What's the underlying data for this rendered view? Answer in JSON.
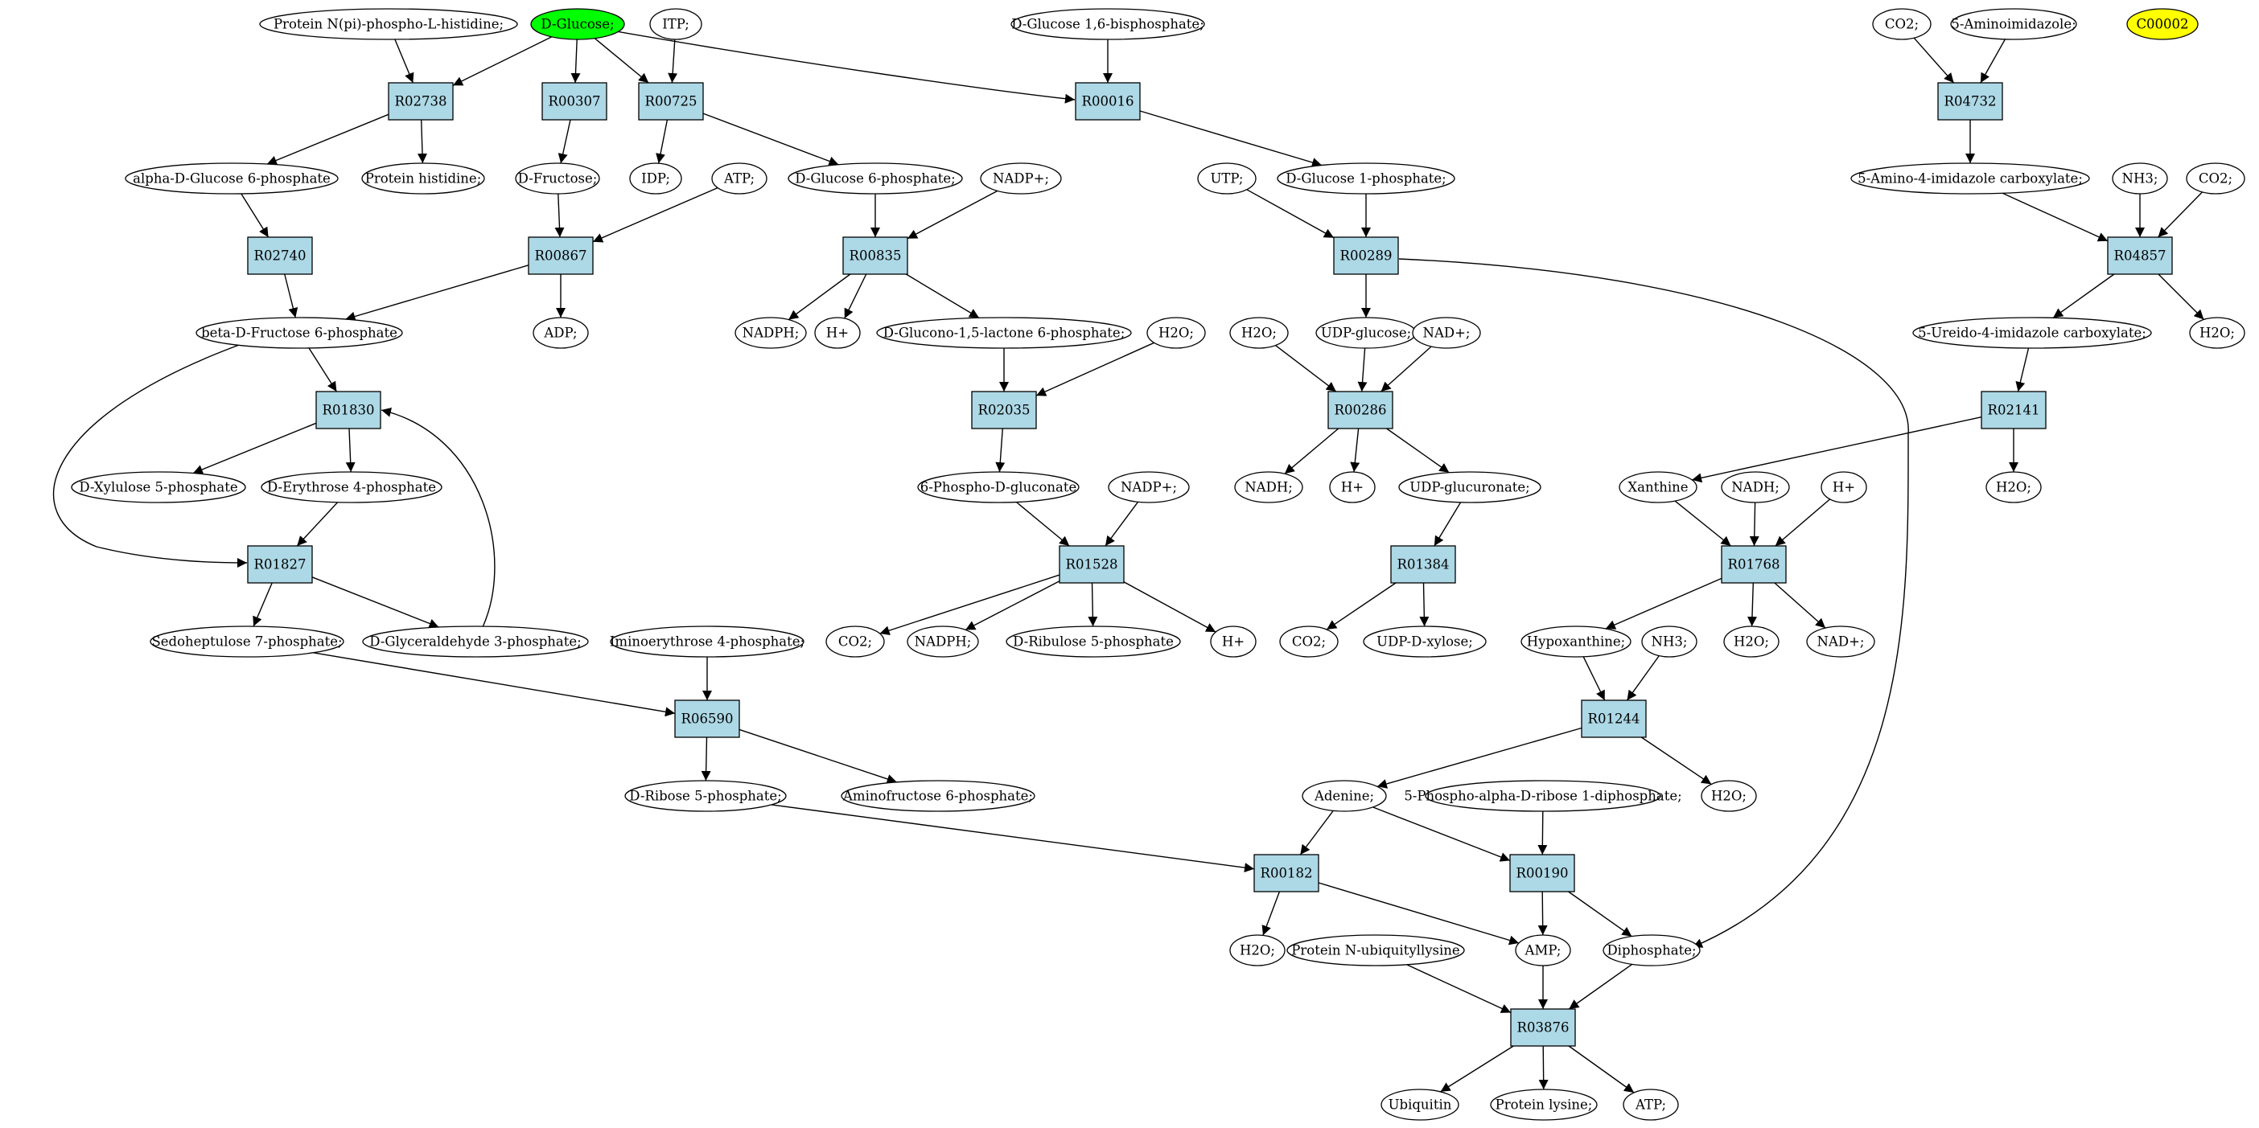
{
  "colors": {
    "reaction_fill": "#add8e6",
    "metabolite_fill": "#ffffff",
    "query_fill": "#00ff00",
    "highlight_fill": "#ffff00",
    "stroke": "#000000"
  },
  "diagram": {
    "nodes": [
      {
        "id": "n_pnphis",
        "label": "Protein N(pi)-phospho-L-histidine;",
        "kind": "metabolite"
      },
      {
        "id": "n_dglc",
        "label": "D-Glucose;",
        "kind": "query"
      },
      {
        "id": "n_itp",
        "label": "ITP;",
        "kind": "metabolite"
      },
      {
        "id": "n_dg16bp",
        "label": "D-Glucose 1,6-bisphosphate;",
        "kind": "metabolite"
      },
      {
        "id": "n_co2a",
        "label": "CO2;",
        "kind": "metabolite"
      },
      {
        "id": "n_aminoimid",
        "label": "5-Aminoimidazole;",
        "kind": "metabolite"
      },
      {
        "id": "n_c00002",
        "label": "C00002",
        "kind": "highlight"
      },
      {
        "id": "r_R02738",
        "label": "R02738",
        "kind": "reaction"
      },
      {
        "id": "r_R00307",
        "label": "R00307",
        "kind": "reaction"
      },
      {
        "id": "r_R00725",
        "label": "R00725",
        "kind": "reaction"
      },
      {
        "id": "r_R00016",
        "label": "R00016",
        "kind": "reaction"
      },
      {
        "id": "r_R04732",
        "label": "R04732",
        "kind": "reaction"
      },
      {
        "id": "n_ag6p",
        "label": "alpha-D-Glucose 6-phosphate",
        "kind": "metabolite"
      },
      {
        "id": "n_prothis",
        "label": "Protein histidine;",
        "kind": "metabolite"
      },
      {
        "id": "n_dfru",
        "label": "D-Fructose;",
        "kind": "metabolite"
      },
      {
        "id": "n_idp",
        "label": "IDP;",
        "kind": "metabolite"
      },
      {
        "id": "n_atp1",
        "label": "ATP;",
        "kind": "metabolite"
      },
      {
        "id": "n_dg6p",
        "label": "D-Glucose 6-phosphate;",
        "kind": "metabolite"
      },
      {
        "id": "n_nadp1",
        "label": "NADP+;",
        "kind": "metabolite"
      },
      {
        "id": "n_utp",
        "label": "UTP;",
        "kind": "metabolite"
      },
      {
        "id": "n_dg1p",
        "label": "D-Glucose 1-phosphate;",
        "kind": "metabolite"
      },
      {
        "id": "n_aicarb",
        "label": "5-Amino-4-imidazole carboxylate;",
        "kind": "metabolite"
      },
      {
        "id": "n_nh3a",
        "label": "NH3;",
        "kind": "metabolite"
      },
      {
        "id": "n_co2b",
        "label": "CO2;",
        "kind": "metabolite"
      },
      {
        "id": "r_R02740",
        "label": "R02740",
        "kind": "reaction"
      },
      {
        "id": "r_R00867",
        "label": "R00867",
        "kind": "reaction"
      },
      {
        "id": "r_R00835",
        "label": "R00835",
        "kind": "reaction"
      },
      {
        "id": "r_R00289",
        "label": "R00289",
        "kind": "reaction"
      },
      {
        "id": "r_R04857",
        "label": "R04857",
        "kind": "reaction"
      },
      {
        "id": "n_bf6p",
        "label": "beta-D-Fructose 6-phosphate",
        "kind": "metabolite"
      },
      {
        "id": "n_adp",
        "label": "ADP;",
        "kind": "metabolite"
      },
      {
        "id": "n_nadph1",
        "label": "NADPH;",
        "kind": "metabolite"
      },
      {
        "id": "n_h1",
        "label": "H+",
        "kind": "metabolite"
      },
      {
        "id": "n_dgl15l",
        "label": "D-Glucono-1,5-lactone 6-phosphate;",
        "kind": "metabolite"
      },
      {
        "id": "n_h2o1",
        "label": "H2O;",
        "kind": "metabolite"
      },
      {
        "id": "n_h2o2",
        "label": "H2O;",
        "kind": "metabolite"
      },
      {
        "id": "n_udpglc",
        "label": "UDP-glucose;",
        "kind": "metabolite"
      },
      {
        "id": "n_nad1",
        "label": "NAD+;",
        "kind": "metabolite"
      },
      {
        "id": "n_ureido",
        "label": "5-Ureido-4-imidazole carboxylate;",
        "kind": "metabolite"
      },
      {
        "id": "n_h2o3",
        "label": "H2O;",
        "kind": "metabolite"
      },
      {
        "id": "r_R01830",
        "label": "R01830",
        "kind": "reaction"
      },
      {
        "id": "r_R02035",
        "label": "R02035",
        "kind": "reaction"
      },
      {
        "id": "r_R00286",
        "label": "R00286",
        "kind": "reaction"
      },
      {
        "id": "r_R02141",
        "label": "R02141",
        "kind": "reaction"
      },
      {
        "id": "n_dxyl5p",
        "label": "D-Xylulose 5-phosphate",
        "kind": "metabolite"
      },
      {
        "id": "n_de4p",
        "label": "D-Erythrose 4-phosphate",
        "kind": "metabolite"
      },
      {
        "id": "n_6pg",
        "label": "6-Phospho-D-gluconate",
        "kind": "metabolite"
      },
      {
        "id": "n_nadp2",
        "label": "NADP+;",
        "kind": "metabolite"
      },
      {
        "id": "n_nadh1",
        "label": "NADH;",
        "kind": "metabolite"
      },
      {
        "id": "n_h2",
        "label": "H+",
        "kind": "metabolite"
      },
      {
        "id": "n_udpgluc",
        "label": "UDP-glucuronate;",
        "kind": "metabolite"
      },
      {
        "id": "n_xanthine",
        "label": "Xanthine",
        "kind": "metabolite"
      },
      {
        "id": "n_nadh2",
        "label": "NADH;",
        "kind": "metabolite"
      },
      {
        "id": "n_h3",
        "label": "H+",
        "kind": "metabolite"
      },
      {
        "id": "n_h2o4",
        "label": "H2O;",
        "kind": "metabolite"
      },
      {
        "id": "r_R01827",
        "label": "R01827",
        "kind": "reaction"
      },
      {
        "id": "r_R01528",
        "label": "R01528",
        "kind": "reaction"
      },
      {
        "id": "r_R01384",
        "label": "R01384",
        "kind": "reaction"
      },
      {
        "id": "r_R01768",
        "label": "R01768",
        "kind": "reaction"
      },
      {
        "id": "n_s7p",
        "label": "Sedoheptulose 7-phosphate;",
        "kind": "metabolite"
      },
      {
        "id": "n_g3p",
        "label": "D-Glyceraldehyde 3-phosphate;",
        "kind": "metabolite"
      },
      {
        "id": "n_ie4p",
        "label": "Iminoerythrose 4-phosphate;",
        "kind": "metabolite"
      },
      {
        "id": "n_co2c",
        "label": "CO2;",
        "kind": "metabolite"
      },
      {
        "id": "n_nadph2",
        "label": "NADPH;",
        "kind": "metabolite"
      },
      {
        "id": "n_dru5p",
        "label": "D-Ribulose 5-phosphate",
        "kind": "metabolite"
      },
      {
        "id": "n_h4",
        "label": "H+",
        "kind": "metabolite"
      },
      {
        "id": "n_co2d",
        "label": "CO2;",
        "kind": "metabolite"
      },
      {
        "id": "n_udpxyl",
        "label": "UDP-D-xylose;",
        "kind": "metabolite"
      },
      {
        "id": "n_hypox",
        "label": "Hypoxanthine;",
        "kind": "metabolite"
      },
      {
        "id": "n_nh3b",
        "label": "NH3;",
        "kind": "metabolite"
      },
      {
        "id": "n_h2o5",
        "label": "H2O;",
        "kind": "metabolite"
      },
      {
        "id": "n_nad2",
        "label": "NAD+;",
        "kind": "metabolite"
      },
      {
        "id": "r_R06590",
        "label": "R06590",
        "kind": "reaction"
      },
      {
        "id": "r_R01244",
        "label": "R01244",
        "kind": "reaction"
      },
      {
        "id": "n_dr5p",
        "label": "D-Ribose 5-phosphate;",
        "kind": "metabolite"
      },
      {
        "id": "n_af6p",
        "label": "Aminofructose 6-phosphate;",
        "kind": "metabolite"
      },
      {
        "id": "n_adenine",
        "label": "Adenine;",
        "kind": "metabolite"
      },
      {
        "id": "n_prpp",
        "label": "5-Phospho-alpha-D-ribose 1-diphosphate;",
        "kind": "metabolite"
      },
      {
        "id": "n_h2o6",
        "label": "H2O;",
        "kind": "metabolite"
      },
      {
        "id": "r_R00182",
        "label": "R00182",
        "kind": "reaction"
      },
      {
        "id": "r_R00190",
        "label": "R00190",
        "kind": "reaction"
      },
      {
        "id": "n_h2o7",
        "label": "H2O;",
        "kind": "metabolite"
      },
      {
        "id": "n_pnubi",
        "label": "Protein N-ubiquityllysine",
        "kind": "metabolite"
      },
      {
        "id": "n_amp",
        "label": "AMP;",
        "kind": "metabolite"
      },
      {
        "id": "n_ppi",
        "label": "Diphosphate;",
        "kind": "metabolite"
      },
      {
        "id": "r_R03876",
        "label": "R03876",
        "kind": "reaction"
      },
      {
        "id": "n_ubq",
        "label": "Ubiquitin",
        "kind": "metabolite"
      },
      {
        "id": "n_protlys",
        "label": "Protein lysine;",
        "kind": "metabolite"
      },
      {
        "id": "n_atp2",
        "label": "ATP;",
        "kind": "metabolite"
      }
    ],
    "edges": [
      [
        "n_pnphis",
        "r_R02738"
      ],
      [
        "n_dglc",
        "r_R02738"
      ],
      [
        "r_R02738",
        "n_ag6p"
      ],
      [
        "r_R02738",
        "n_prothis"
      ],
      [
        "n_dglc",
        "r_R00307"
      ],
      [
        "r_R00307",
        "n_dfru"
      ],
      [
        "n_dglc",
        "r_R00725"
      ],
      [
        "n_itp",
        "r_R00725"
      ],
      [
        "r_R00725",
        "n_idp"
      ],
      [
        "r_R00725",
        "n_dg6p"
      ],
      [
        "n_dglc",
        "r_R00016"
      ],
      [
        "n_dg16bp",
        "r_R00016"
      ],
      [
        "r_R00016",
        "n_dg1p"
      ],
      [
        "n_co2a",
        "r_R04732"
      ],
      [
        "n_aminoimid",
        "r_R04732"
      ],
      [
        "r_R04732",
        "n_aicarb"
      ],
      [
        "n_ag6p",
        "r_R02740"
      ],
      [
        "r_R02740",
        "n_bf6p"
      ],
      [
        "n_dfru",
        "r_R00867"
      ],
      [
        "n_atp1",
        "r_R00867"
      ],
      [
        "r_R00867",
        "n_bf6p"
      ],
      [
        "r_R00867",
        "n_adp"
      ],
      [
        "n_dg6p",
        "r_R00835"
      ],
      [
        "n_nadp1",
        "r_R00835"
      ],
      [
        "r_R00835",
        "n_nadph1"
      ],
      [
        "r_R00835",
        "n_h1"
      ],
      [
        "r_R00835",
        "n_dgl15l"
      ],
      [
        "n_utp",
        "r_R00289"
      ],
      [
        "n_dg1p",
        "r_R00289"
      ],
      [
        "r_R00289",
        "n_udpglc"
      ],
      [
        "r_R00289",
        "n_ppi"
      ],
      [
        "n_aicarb",
        "r_R04857"
      ],
      [
        "n_nh3a",
        "r_R04857"
      ],
      [
        "n_co2b",
        "r_R04857"
      ],
      [
        "r_R04857",
        "n_ureido"
      ],
      [
        "r_R04857",
        "n_h2o3"
      ],
      [
        "n_bf6p",
        "r_R01830"
      ],
      [
        "n_bf6p",
        "r_R01827"
      ],
      [
        "r_R01830",
        "n_dxyl5p"
      ],
      [
        "r_R01830",
        "n_de4p"
      ],
      [
        "n_dgl15l",
        "r_R02035"
      ],
      [
        "n_h2o1",
        "r_R02035"
      ],
      [
        "r_R02035",
        "n_6pg"
      ],
      [
        "n_h2o2",
        "r_R00286"
      ],
      [
        "n_udpglc",
        "r_R00286"
      ],
      [
        "n_nad1",
        "r_R00286"
      ],
      [
        "r_R00286",
        "n_nadh1"
      ],
      [
        "r_R00286",
        "n_h2"
      ],
      [
        "r_R00286",
        "n_udpgluc"
      ],
      [
        "n_ureido",
        "r_R02141"
      ],
      [
        "r_R02141",
        "n_xanthine"
      ],
      [
        "r_R02141",
        "n_h2o4"
      ],
      [
        "n_de4p",
        "r_R01827"
      ],
      [
        "r_R01827",
        "n_s7p"
      ],
      [
        "r_R01827",
        "n_g3p"
      ],
      [
        "n_g3p",
        "r_R01830"
      ],
      [
        "n_6pg",
        "r_R01528"
      ],
      [
        "n_nadp2",
        "r_R01528"
      ],
      [
        "r_R01528",
        "n_co2c"
      ],
      [
        "r_R01528",
        "n_nadph2"
      ],
      [
        "r_R01528",
        "n_dru5p"
      ],
      [
        "r_R01528",
        "n_h4"
      ],
      [
        "n_udpgluc",
        "r_R01384"
      ],
      [
        "r_R01384",
        "n_co2d"
      ],
      [
        "r_R01384",
        "n_udpxyl"
      ],
      [
        "n_xanthine",
        "r_R01768"
      ],
      [
        "n_nadh2",
        "r_R01768"
      ],
      [
        "n_h3",
        "r_R01768"
      ],
      [
        "r_R01768",
        "n_hypox"
      ],
      [
        "r_R01768",
        "n_h2o5"
      ],
      [
        "r_R01768",
        "n_nad2"
      ],
      [
        "n_s7p",
        "r_R06590"
      ],
      [
        "n_ie4p",
        "r_R06590"
      ],
      [
        "r_R06590",
        "n_dr5p"
      ],
      [
        "r_R06590",
        "n_af6p"
      ],
      [
        "n_hypox",
        "r_R01244"
      ],
      [
        "n_nh3b",
        "r_R01244"
      ],
      [
        "r_R01244",
        "n_adenine"
      ],
      [
        "r_R01244",
        "n_h2o6"
      ],
      [
        "n_dr5p",
        "r_R00182"
      ],
      [
        "n_adenine",
        "r_R00182"
      ],
      [
        "r_R00182",
        "n_h2o7"
      ],
      [
        "r_R00182",
        "n_amp"
      ],
      [
        "n_adenine",
        "r_R00190"
      ],
      [
        "n_prpp",
        "r_R00190"
      ],
      [
        "r_R00190",
        "n_amp"
      ],
      [
        "r_R00190",
        "n_ppi"
      ],
      [
        "n_pnubi",
        "r_R03876"
      ],
      [
        "n_amp",
        "r_R03876"
      ],
      [
        "n_ppi",
        "r_R03876"
      ],
      [
        "r_R03876",
        "n_ubq"
      ],
      [
        "r_R03876",
        "n_protlys"
      ],
      [
        "r_R03876",
        "n_atp2"
      ]
    ]
  }
}
